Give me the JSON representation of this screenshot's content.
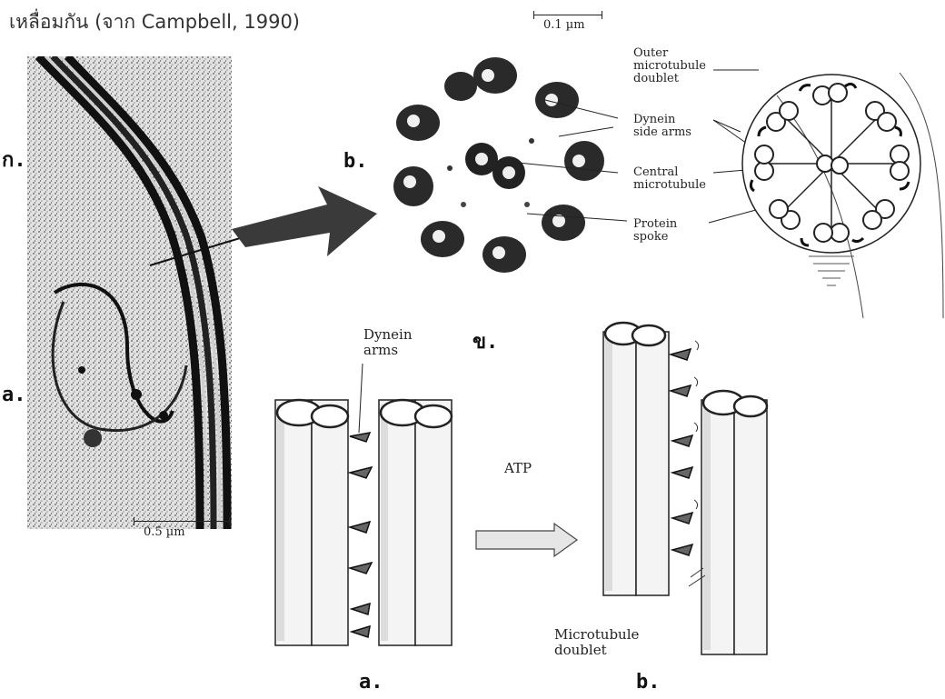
{
  "caption": "เหลื่อมกัน (จาก Campbell, 1990)",
  "micrograph": {
    "panel_letter": "ก.",
    "sub_letter": "a.",
    "scale_label": "0.5 µm"
  },
  "cross_section": {
    "panel_letter": "b.",
    "scale_label": "0.1 µm"
  },
  "schematic_labels": {
    "outer_doublet": [
      "Outer",
      "microtubule",
      "doublet"
    ],
    "dynein_side_arms": [
      "Dynein",
      "side arms"
    ],
    "central_microtubule": [
      "Central",
      "microtubule"
    ],
    "protein_spoke": [
      "Protein",
      "spoke"
    ]
  },
  "sliding": {
    "panel_letter": "ข.",
    "dynein_arms": [
      "Dynein",
      "arms"
    ],
    "atp": "ATP",
    "microtubule_doublet": [
      "Microtubule",
      "doublet"
    ],
    "left_letter": "a.",
    "right_letter": "b."
  }
}
